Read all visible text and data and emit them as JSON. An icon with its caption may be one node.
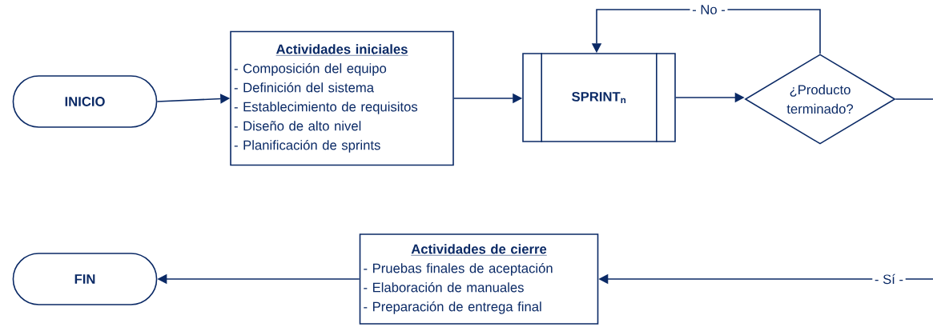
{
  "diagram": {
    "nodes": [
      {
        "text": [
          "INICIO"
        ]
      },
      {
        "text": [
          "Actividades iniciales",
          "- Composición del equipo",
          "- Definición del sistema",
          "- Establecimiento de requisitos",
          "- Diseño de alto nivel",
          "- Planificación de sprints"
        ]
      },
      {
        "text": [
          "SPRINT$_{n}$"
        ]
      },
      {
        "text": [
          "¿Producto terminado?"
        ]
      },
      {
        "text": [
          "Actividades de cierre",
          "- Pruebas finales de aceptación",
          "- Elaboración de manuales",
          "- Preparación de entrega final"
        ]
      },
      {
        "text": [
          "FIN"
        ]
      }
    ],
    "edges": [
      {
        "from": 0,
        "to": 1,
        "arrow": "to"
      },
      {
        "from": 1,
        "to": 2,
        "arrow": "to"
      },
      {
        "from": 2,
        "to": 3,
        "arrow": "to"
      },
      {
        "from": 3,
        "to": 2,
        "arrow": "to",
        "label": "- No -"
      },
      {
        "from": 3,
        "to": 4,
        "arrow": "to",
        "label": "- Sí -"
      },
      {
        "from": 4,
        "to": 5,
        "arrow": "to"
      }
    ]
  }
}
